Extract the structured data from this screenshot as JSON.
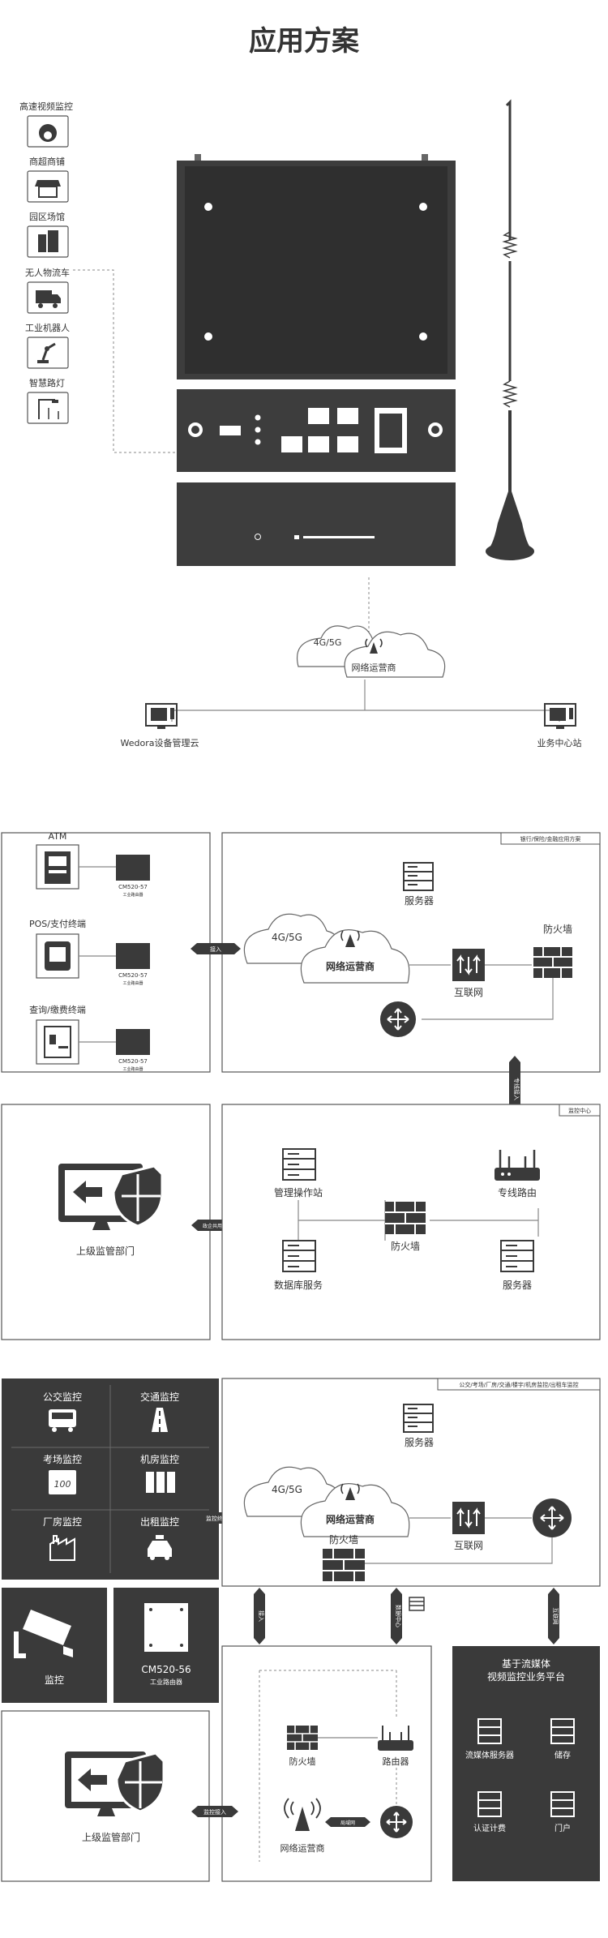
{
  "title": "应用方案",
  "section1": {
    "scenarios": [
      "高速视频监控",
      "商超商铺",
      "园区场馆",
      "无人物流车",
      "工业机器人",
      "智慧路灯"
    ],
    "cloud_left": "4G/5G",
    "cloud_center": "网络运营商",
    "left_station": "Wedora设备管理云",
    "right_station": "业务中心站"
  },
  "section2": {
    "terminals": [
      "ATM",
      "POS/支付终端",
      "查询/缴费终端"
    ],
    "router_model": "CM520-57",
    "router_sub": "工业路由器",
    "tag_top": "银行/保险/金融应用方案",
    "tag_bottom": "监控中心",
    "access_label": "接入",
    "dedicated_label": "专线接入",
    "leased_label": "政企共用网络",
    "cloud_left": "4G/5G",
    "cloud_center": "网络运营商",
    "server": "服务器",
    "internet": "互联网",
    "firewall": "防火墙",
    "op_station": "管理操作站",
    "firewall2": "防火墙",
    "dedicated_router": "专线路由",
    "db_service": "数据库服务",
    "server2": "服务器",
    "supervisor": "上级监管部门"
  },
  "section3": {
    "tag_top": "公交/考场/厂房/交通/楼宇/机房监控/出租车监控",
    "monitors": [
      "公交监控",
      "交通监控",
      "考场监控",
      "机房监控",
      "厂房监控",
      "出租监控"
    ],
    "camera_label": "监控",
    "device_model": "CM520-56",
    "device_sub": "工业路由器",
    "cloud_left": "4G/5G",
    "cloud_center": "网络运营商",
    "server": "服务器",
    "internet": "互联网",
    "firewall": "防火墙",
    "upload_label": "监控终端",
    "platform_title_1": "基于流媒体",
    "platform_title_2": "视频监控业务平台",
    "platform_items": [
      "流媒体服务器",
      "储存",
      "认证计费",
      "门户"
    ],
    "inner_firewall": "防火墙",
    "inner_router": "路由器",
    "inner_operator": "网络运营商",
    "supervisor": "上级监管部门",
    "side_labels": [
      "监控终端",
      "接入",
      "数据中心",
      "互联网",
      "局域网",
      "监控接入"
    ]
  }
}
